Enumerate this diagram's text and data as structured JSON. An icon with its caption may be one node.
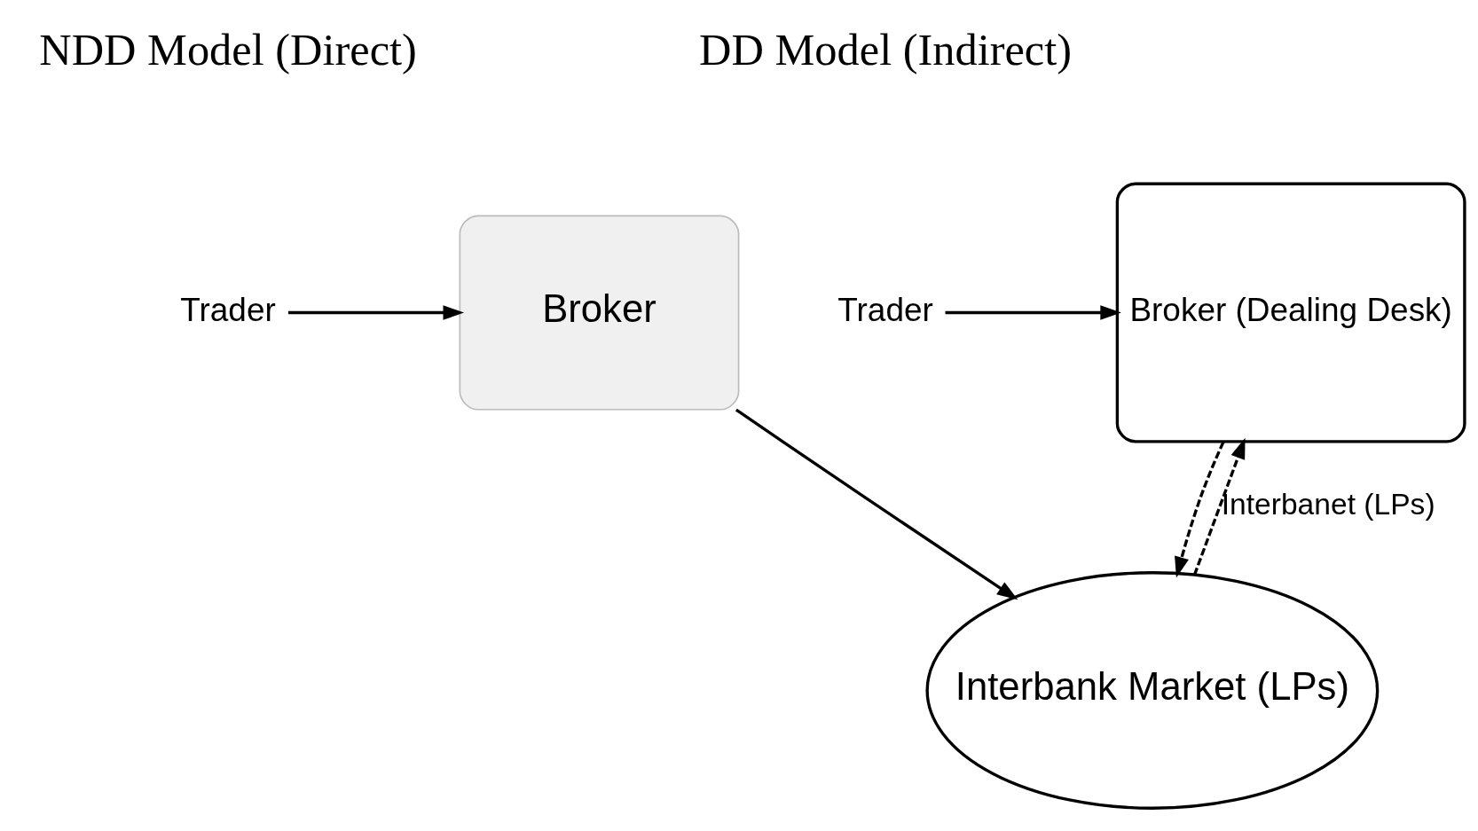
{
  "diagram": {
    "nodes": [
      {
        "text": [
          "Trader"
        ]
      },
      {
        "text": [
          "Broker"
        ]
      },
      {
        "text": [
          "Interbank Market (LPs)"
        ]
      },
      {
        "text": [
          "Trader"
        ]
      },
      {
        "text": [
          "Broker (Dealing Desk)"
        ]
      }
    ],
    "edges": [
      {
        "from": 0,
        "to": 1,
        "arrow": "to"
      },
      {
        "from": 1,
        "to": 2,
        "arrow": "to"
      },
      {
        "from": 3,
        "to": 4,
        "arrow": "to"
      },
      {
        "from": 4,
        "to": 2,
        "arrow": "to",
        "style": "dashed"
      },
      {
        "from": 2,
        "to": 4,
        "arrow": "to",
        "style": "dashed",
        "label": "Interbanet (LPs)"
      }
    ],
    "labels": [
      "NDD Model (Direct)",
      "DD Model (Indirect)"
    ]
  }
}
